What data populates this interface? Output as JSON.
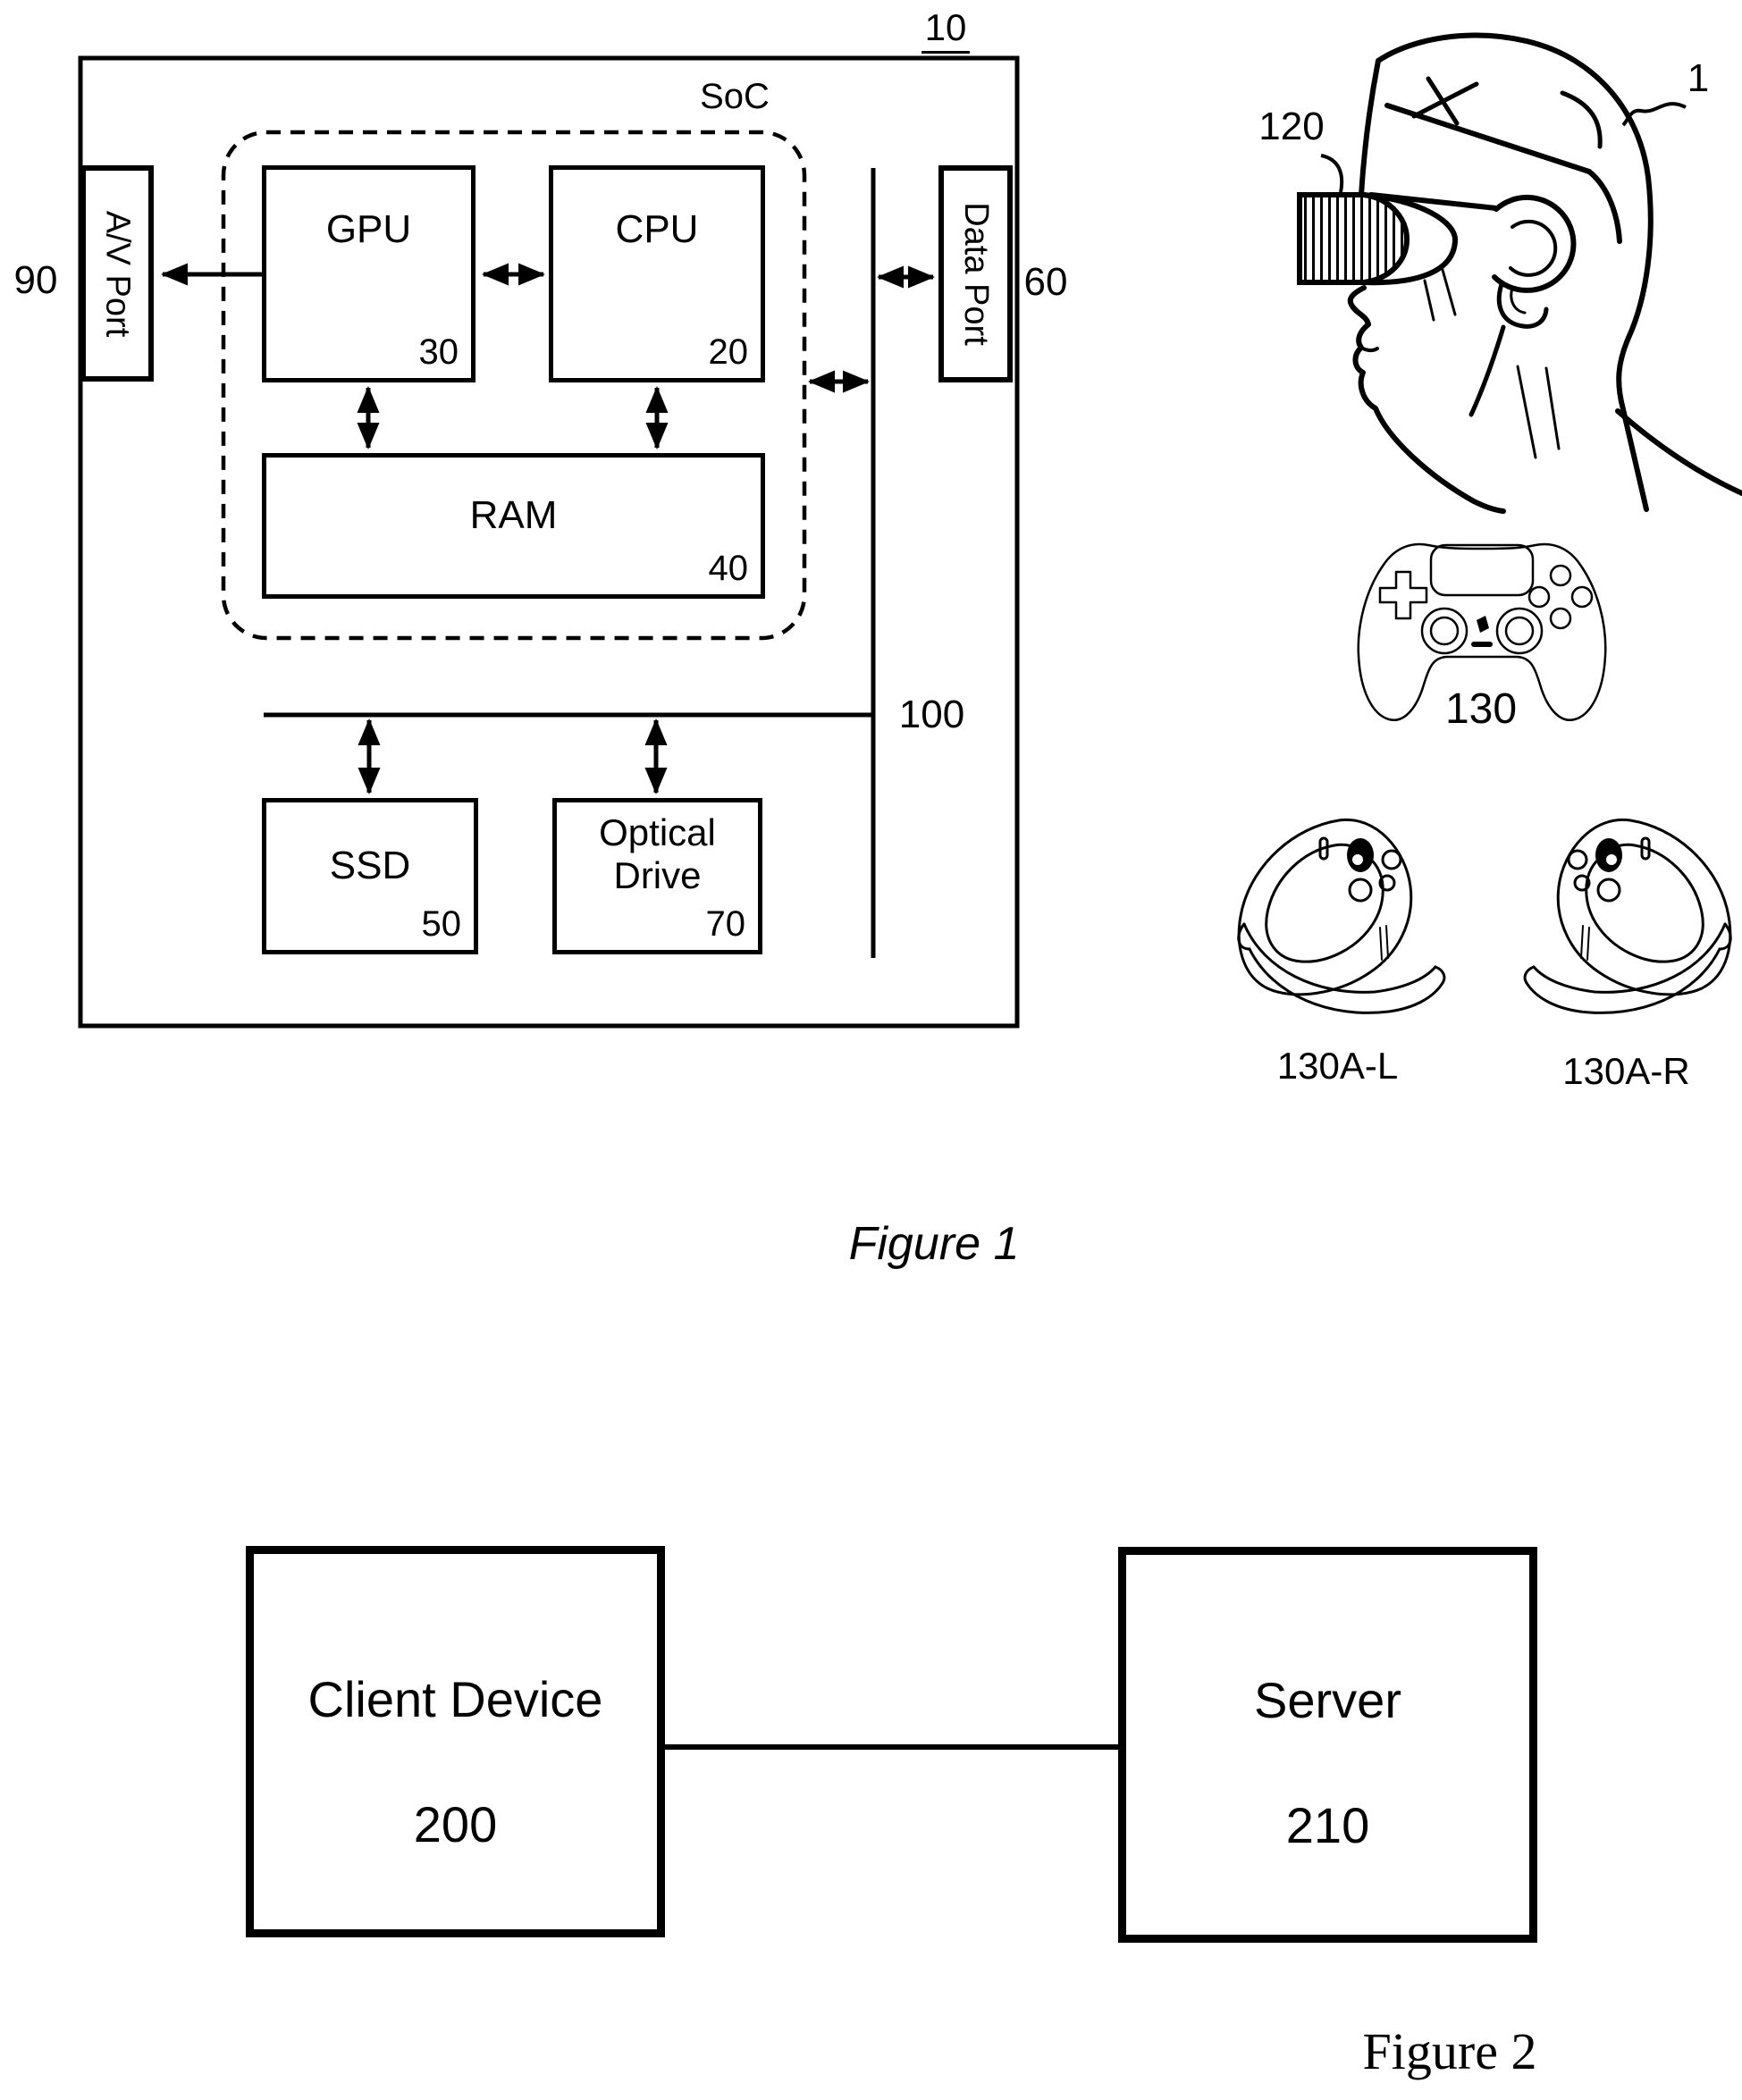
{
  "figure1": {
    "caption": "Figure 1",
    "ref": "10",
    "soc_label": "SoC",
    "bus_ref": "100",
    "blocks": {
      "gpu": {
        "label": "GPU",
        "ref": "30"
      },
      "cpu": {
        "label": "CPU",
        "ref": "20"
      },
      "ram": {
        "label": "RAM",
        "ref": "40"
      },
      "ssd": {
        "label": "SSD",
        "ref": "50"
      },
      "optical": {
        "label": "Optical Drive",
        "ref": "70"
      },
      "av_port": {
        "label": "A/V Port",
        "ref": "90"
      },
      "data_port": {
        "label": "Data Port",
        "ref": "60"
      }
    },
    "illustrations": {
      "user_ref": "1",
      "hmd_ref": "120",
      "gamepad_ref": "130",
      "vr_controller_left_ref": "130A-L",
      "vr_controller_right_ref": "130A-R"
    }
  },
  "figure2": {
    "caption": "Figure 2",
    "client": {
      "label": "Client Device",
      "ref": "200"
    },
    "server": {
      "label": "Server",
      "ref": "210"
    }
  },
  "ink_color": "#000000"
}
